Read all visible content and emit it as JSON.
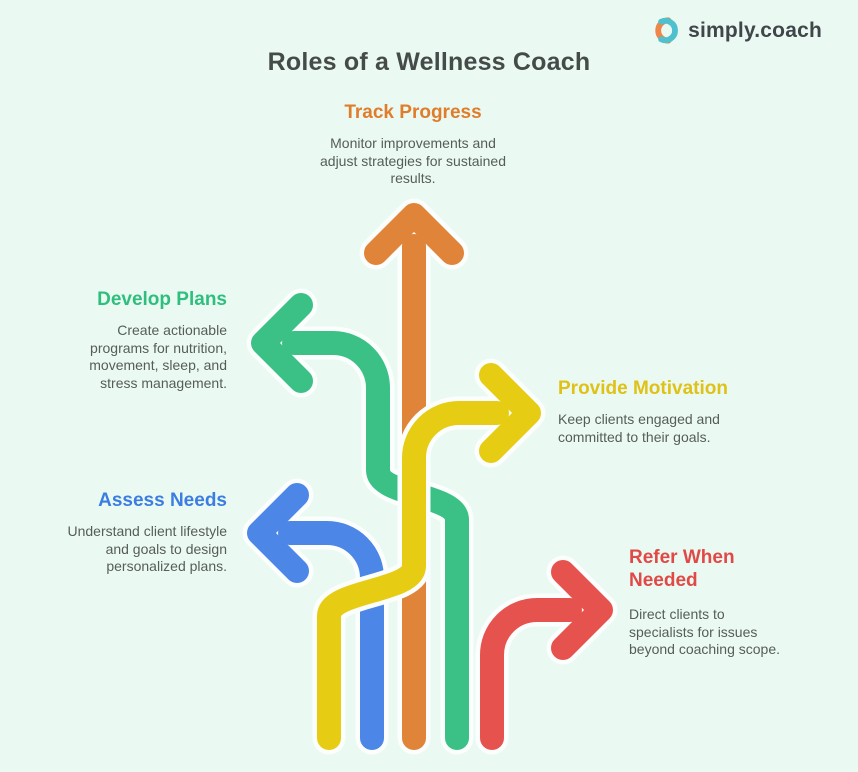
{
  "page": {
    "title": "Roles of a Wellness Coach",
    "background": "#EAFAF3"
  },
  "logo": {
    "text": "simply.coach",
    "icon": "interlocked-arcs-icon",
    "orange": "#F0854A",
    "teal": "#4FC0CE"
  },
  "sections": {
    "track": {
      "title": "Track Progress",
      "title_color": "#E07D2B",
      "body": [
        "Monitor improvements and",
        "adjust strategies for sustained",
        "results."
      ]
    },
    "develop": {
      "title": "Develop Plans",
      "title_color": "#2FBE7D",
      "body": [
        "Create actionable",
        "programs for nutrition,",
        "movement, sleep, and",
        "stress management."
      ]
    },
    "motivate": {
      "title": "Provide Motivation",
      "title_color": "#DFC117",
      "body": [
        "Keep clients engaged and",
        "committed to their goals."
      ]
    },
    "assess": {
      "title": "Assess Needs",
      "title_color": "#3C7DE2",
      "body": [
        "Understand client lifestyle",
        "and goals to design",
        "personalized plans."
      ]
    },
    "refer": {
      "title": [
        "Refer When",
        "Needed"
      ],
      "title_color": "#E04946",
      "body": [
        "Direct clients to",
        "specialists for issues",
        "beyond coaching scope."
      ]
    }
  },
  "arrows": {
    "track": "#E0843A",
    "develop": "#3BC186",
    "motivate": "#E6CD14",
    "assess": "#4C86E6",
    "refer": "#E6534E"
  }
}
